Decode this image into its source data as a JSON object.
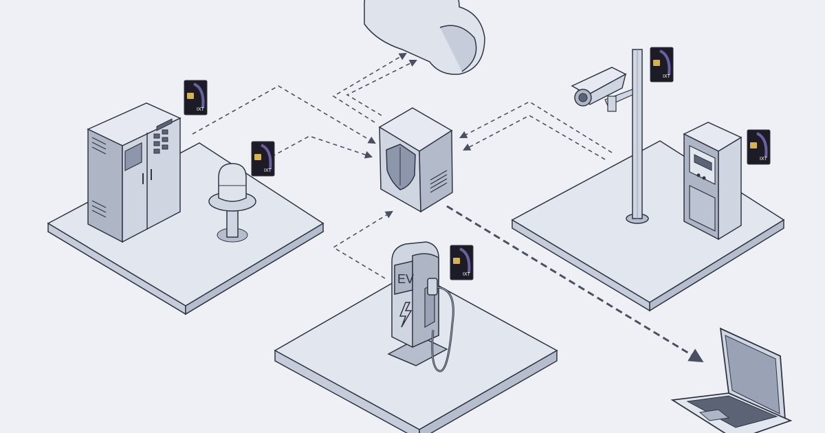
{
  "colors": {
    "background": "#eef0f5",
    "platform_top": "#e2e6ef",
    "platform_side": "#c6ccd9",
    "device_light": "#d7dce7",
    "device_mid": "#bcc3d2",
    "device_dark": "#9aa3b6",
    "outline": "#2f3441",
    "sim_card": "#1d1b26",
    "sim_accent": "#6a5fa0",
    "sim_chip": "#d8b24a",
    "dash": "#4a5061",
    "screen": "#8d96aa"
  },
  "sim_label": "IXT",
  "ev_label": "EV",
  "nodes": [
    {
      "name": "cloud",
      "icon": "cloud-icon"
    },
    {
      "name": "secure-gateway",
      "icon": "shield-icon"
    },
    {
      "name": "industrial-cabinet",
      "icon": "control-cabinet-icon"
    },
    {
      "name": "sensor",
      "icon": "sensor-dome-icon"
    },
    {
      "name": "security-camera",
      "icon": "cctv-camera-icon"
    },
    {
      "name": "smart-meter",
      "icon": "meter-icon"
    },
    {
      "name": "ev-charger",
      "icon": "ev-charger-icon"
    },
    {
      "name": "laptop",
      "icon": "laptop-icon"
    }
  ]
}
